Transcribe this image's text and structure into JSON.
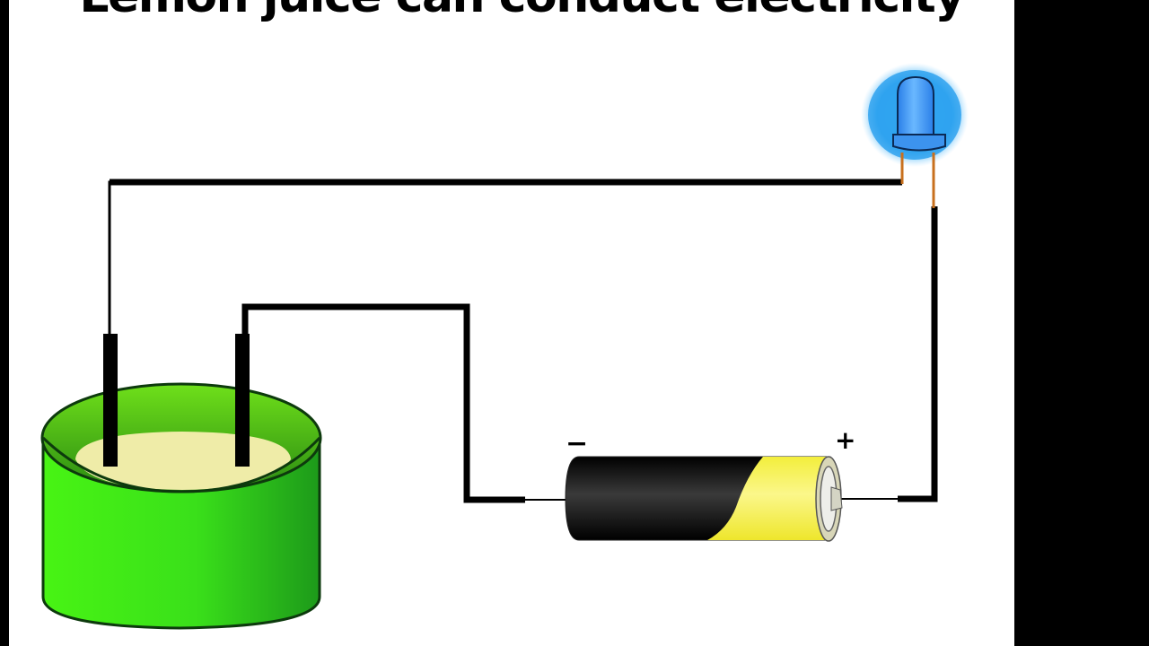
{
  "slide": {
    "title": "Lemon juice can conduct electricity"
  },
  "diagram": {
    "components": [
      {
        "name": "LED",
        "state": "lit",
        "glow_color": "#2f9cf0"
      },
      {
        "name": "Battery",
        "terminal_negative_label": "−",
        "terminal_positive_label": "+"
      },
      {
        "name": "Container of lemon juice",
        "electrodes": 2
      }
    ],
    "battery_labels": {
      "negative": "−",
      "positive": "+"
    },
    "colors": {
      "wire": "#000000",
      "led_body": "#3a8ff0",
      "led_glow": "#2ea8f2",
      "led_legs": "#c8701e",
      "battery_body": "#111111",
      "battery_band": "#f5f04a",
      "container": "#3cf01a",
      "liquid": "#efeca8"
    }
  }
}
